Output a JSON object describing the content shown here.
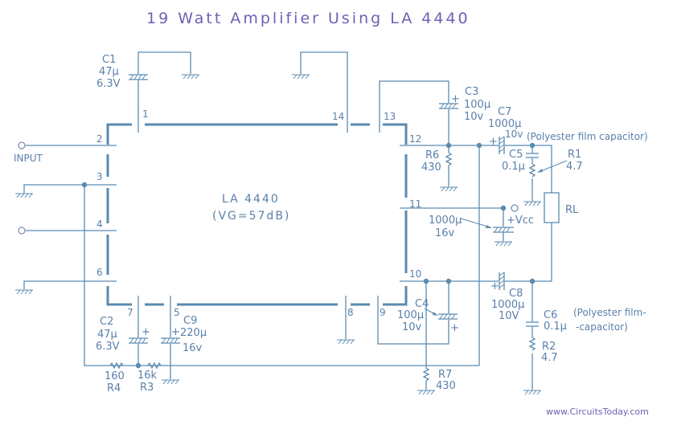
{
  "title": "19 Watt Amplifier Using LA 4440",
  "chip": {
    "name": "LA 4440",
    "gain": "(VG=57dB)"
  },
  "pins": {
    "p1": "1",
    "p2": "2",
    "p3": "3",
    "p4": "4",
    "p5": "5",
    "p6": "6",
    "p7": "7",
    "p8": "8",
    "p9": "9",
    "p10": "10",
    "p11": "11",
    "p12": "12",
    "p13": "13",
    "p14": "14"
  },
  "labels": {
    "input": "INPUT",
    "vcc": "+Vcc",
    "rl": "RL"
  },
  "components": {
    "c1": {
      "name": "C1",
      "value": "47µ",
      "rating": "6.3V"
    },
    "c2": {
      "name": "C2",
      "value": "47µ",
      "rating": "6.3V"
    },
    "c3": {
      "name": "C3",
      "value": "100µ",
      "rating": "10v"
    },
    "c4": {
      "name": "C4",
      "value": "100µ",
      "rating": "10v"
    },
    "c5": {
      "name": "C5",
      "value": "0.1µ"
    },
    "c6": {
      "name": "C6",
      "value": "0.1µ"
    },
    "c7": {
      "name": "C7",
      "value": "1000µ",
      "rating": "10v"
    },
    "c8": {
      "name": "C8",
      "value": "1000µ",
      "rating": "10V"
    },
    "c9": {
      "name": "C9",
      "value": "220µ",
      "rating": "16v"
    },
    "csupply": {
      "value": "1000µ",
      "rating": "16v"
    },
    "r1": {
      "name": "R1",
      "value": "4.7"
    },
    "r2": {
      "name": "R2",
      "value": "4.7"
    },
    "r3": {
      "name": "R3",
      "value": "16k"
    },
    "r4": {
      "name": "R4",
      "value": "160"
    },
    "r6": {
      "name": "R6",
      "value": "430"
    },
    "r7": {
      "name": "R7",
      "value": "430"
    }
  },
  "notes": {
    "c5_note": "(Polyester film capacitor)",
    "c6_note_1": "(Polyester film-",
    "c6_note_2": "-capacitor)"
  },
  "plus": "+",
  "website": "www.CircuitsToday.com"
}
